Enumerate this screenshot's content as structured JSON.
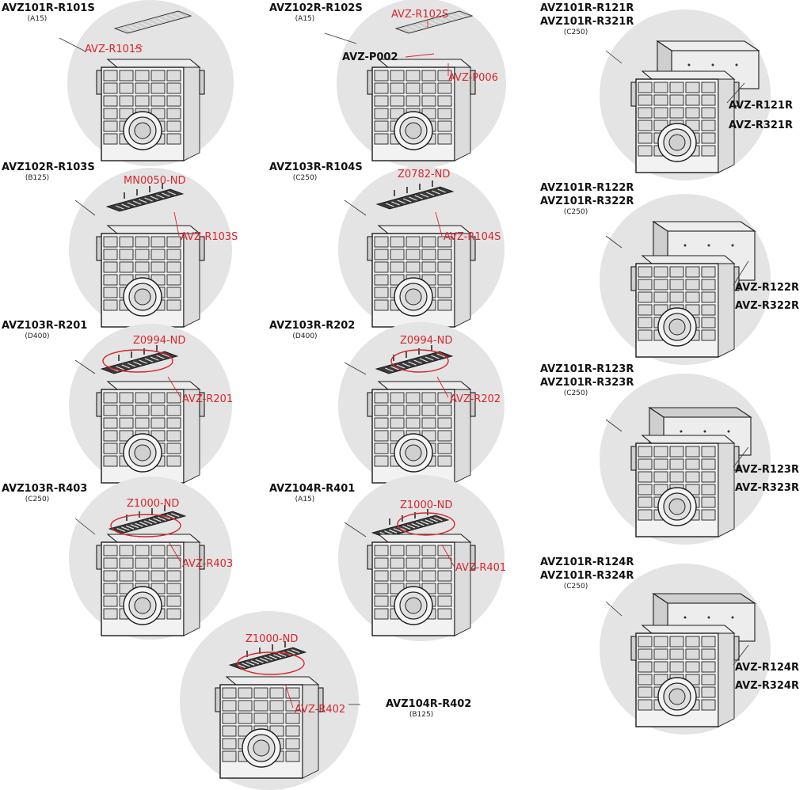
{
  "assemblies": [
    {
      "id": "a1",
      "title": [
        "AVZ101R-R101S"
      ],
      "class": "(A15)",
      "parts": [
        {
          "text": "AVZ-R101S",
          "color": "red"
        }
      ],
      "grate": "light",
      "ring": false
    },
    {
      "id": "a2",
      "title": [
        "AVZ102R-R102S"
      ],
      "class": "(A15)",
      "parts": [
        {
          "text": "AVZ-R102S",
          "color": "red"
        },
        {
          "text": "AVZ-P002",
          "color": "black"
        },
        {
          "text": "AVZ-P006",
          "color": "red"
        }
      ],
      "grate": "light",
      "ring": false
    },
    {
      "id": "a3",
      "title": [
        "AVZ101R-R121R",
        "AVZ101R-R321R"
      ],
      "class": "(C250)",
      "parts": [
        {
          "text": "AVZ-R121R",
          "color": "black"
        },
        {
          "text": "AVZ-R321R",
          "color": "black"
        }
      ],
      "grate": "frame",
      "ring": false
    },
    {
      "id": "a4",
      "title": [
        "AVZ102R-R103S"
      ],
      "class": "(B125)",
      "parts": [
        {
          "text": "MN0050-ND",
          "color": "red"
        },
        {
          "text": "AVZ-R103S",
          "color": "red"
        }
      ],
      "grate": "dark",
      "ring": false
    },
    {
      "id": "a5",
      "title": [
        "AVZ103R-R104S"
      ],
      "class": "(C250)",
      "parts": [
        {
          "text": "Z0782-ND",
          "color": "red"
        },
        {
          "text": "AVZ-R104S",
          "color": "red"
        }
      ],
      "grate": "dark",
      "ring": false
    },
    {
      "id": "a6",
      "title": [
        "AVZ101R-R122R",
        "AVZ101R-R322R"
      ],
      "class": "(C250)",
      "parts": [
        {
          "text": "AVZ-R122R",
          "color": "black"
        },
        {
          "text": "AVZ-R322R",
          "color": "black"
        }
      ],
      "grate": "frame-tall",
      "ring": false
    },
    {
      "id": "a7",
      "title": [
        "AVZ103R-R201"
      ],
      "class": "(D400)",
      "parts": [
        {
          "text": "Z0994-ND",
          "color": "red"
        },
        {
          "text": "AVZ-R201",
          "color": "red"
        }
      ],
      "grate": "dark",
      "ring": true
    },
    {
      "id": "a8",
      "title": [
        "AVZ103R-R202"
      ],
      "class": "(D400)",
      "parts": [
        {
          "text": "Z0994-ND",
          "color": "red"
        },
        {
          "text": "AVZ-R202",
          "color": "red"
        }
      ],
      "grate": "dark",
      "ring": true
    },
    {
      "id": "a9",
      "title": [
        "AVZ101R-R123R",
        "AVZ101R-R323R"
      ],
      "class": "(C250)",
      "parts": [
        {
          "text": "AVZ-R123R",
          "color": "black"
        },
        {
          "text": "AVZ-R323R",
          "color": "black"
        }
      ],
      "grate": "frame-dark",
      "ring": false
    },
    {
      "id": "a10",
      "title": [
        "AVZ103R-R403"
      ],
      "class": "(C250)",
      "parts": [
        {
          "text": "Z1000-ND",
          "color": "red"
        },
        {
          "text": "AVZ-R403",
          "color": "red"
        }
      ],
      "grate": "mesh",
      "ring": true
    },
    {
      "id": "a11",
      "title": [
        "AVZ104R-R401"
      ],
      "class": "(A15)",
      "parts": [
        {
          "text": "Z1000-ND",
          "color": "red"
        },
        {
          "text": "AVZ-R401",
          "color": "red"
        }
      ],
      "grate": "mesh",
      "ring": true
    },
    {
      "id": "a12",
      "title": [
        "AVZ101R-R124R",
        "AVZ101R-R324R"
      ],
      "class": "(C250)",
      "parts": [
        {
          "text": "AVZ-R124R",
          "color": "black"
        },
        {
          "text": "AVZ-R324R",
          "color": "black"
        }
      ],
      "grate": "frame-dark",
      "ring": false
    },
    {
      "id": "a13",
      "title": [
        "AVZ104R-R402"
      ],
      "class": "(B125)",
      "parts": [
        {
          "text": "Z1000-ND",
          "color": "red"
        },
        {
          "text": "AVZ-R402",
          "color": "red"
        }
      ],
      "grate": "mesh",
      "ring": true
    }
  ],
  "colors": {
    "accent_red": "#d8262b",
    "disc_gray": "#e4e4e4",
    "ink": "#111111"
  }
}
